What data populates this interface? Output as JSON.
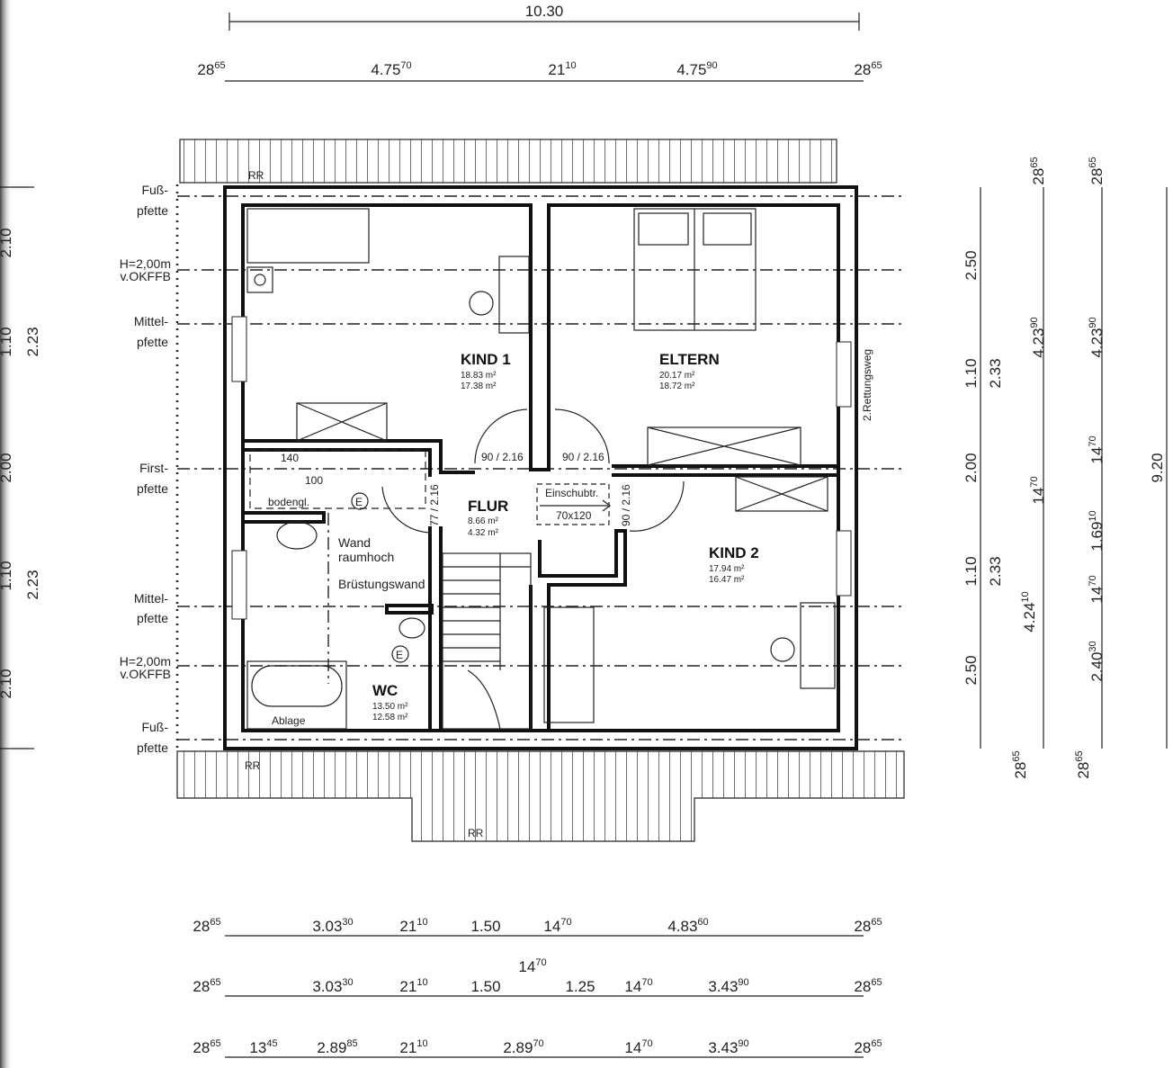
{
  "plan": {
    "total_width": "10.30",
    "total_depth": "9.20",
    "rooms": [
      {
        "name": "KIND 1",
        "area1": "18.83 m²",
        "area2": "17.38 m²"
      },
      {
        "name": "ELTERN",
        "area1": "20.17 m²",
        "area2": "18.72 m²"
      },
      {
        "name": "FLUR",
        "area1": "8.66 m²",
        "area2": "4.32 m²"
      },
      {
        "name": "KIND 2",
        "area1": "17.94 m²",
        "area2": "16.47 m²"
      },
      {
        "name": "WC",
        "area1": "13.50 m²",
        "area2": "12.58 m²"
      }
    ],
    "doors": [
      "90 / 2.16",
      "90 / 2.16",
      "77 / 2.16",
      "90 / 2.16"
    ],
    "annotations": {
      "hatch_top": "Einschubtr.",
      "hatch_size": "70x120",
      "shower_w": "140",
      "shower_d": "100",
      "shower_type": "bodengl.",
      "wall_full": "Wand",
      "wall_full2": "raumhoch",
      "parapet": "Brüstungswand",
      "shelf": "Ablage",
      "escape": "2.Rettungsweg",
      "rr": "RR",
      "e": "E"
    },
    "purlins": [
      {
        "l1": "Fuß-",
        "l2": "pfette"
      },
      {
        "l1": "H=2,00m",
        "l2": "v.OKFFB"
      },
      {
        "l1": "Mittel-",
        "l2": "pfette"
      },
      {
        "l1": "First-",
        "l2": "pfette"
      },
      {
        "l1": "Mittel-",
        "l2": "pfette"
      },
      {
        "l1": "H=2,00m",
        "l2": "v.OKFFB"
      },
      {
        "l1": "Fuß-",
        "l2": "pfette"
      }
    ]
  },
  "dims": {
    "top_row": [
      [
        "28",
        "65"
      ],
      [
        "4.75",
        "70"
      ],
      [
        "21",
        "10"
      ],
      [
        "4.75",
        "90"
      ],
      [
        "28",
        "65"
      ]
    ],
    "bottom_row1": [
      [
        "28",
        "65"
      ],
      [
        "3.03",
        "30"
      ],
      [
        "21",
        "10"
      ],
      [
        "1.50",
        ""
      ],
      [
        "14",
        "70"
      ],
      [
        "4.83",
        "60"
      ],
      [
        "28",
        "65"
      ]
    ],
    "bottom_row2": [
      [
        "28",
        "65"
      ],
      [
        "3.03",
        "30"
      ],
      [
        "21",
        "10"
      ],
      [
        "1.50",
        ""
      ],
      [
        "14",
        "70"
      ],
      [
        "1.25",
        ""
      ],
      [
        "14",
        "70"
      ],
      [
        "3.43",
        "90"
      ],
      [
        "28",
        "65"
      ]
    ],
    "bottom_row3": [
      [
        "28",
        "65"
      ],
      [
        "13",
        "45"
      ],
      [
        "2.89",
        "85"
      ],
      [
        "21",
        "10"
      ],
      [
        "2.89",
        "70"
      ],
      [
        "14",
        "70"
      ],
      [
        "3.43",
        "90"
      ],
      [
        "28",
        "65"
      ]
    ],
    "right_col1": [
      [
        "2.50",
        ""
      ],
      [
        "1.10",
        ""
      ],
      [
        "2.33",
        ""
      ],
      [
        "2.00",
        ""
      ],
      [
        "1.10",
        ""
      ],
      [
        "2.33",
        ""
      ],
      [
        "2.50",
        ""
      ]
    ],
    "right_col2": [
      [
        "28",
        "65"
      ],
      [
        "4.23",
        "90"
      ],
      [
        "14",
        "70"
      ],
      [
        "4.24",
        "10"
      ],
      [
        "28",
        "65"
      ]
    ],
    "right_col3": [
      [
        "28",
        "65"
      ],
      [
        "4.23",
        "90"
      ],
      [
        "14",
        "70"
      ],
      [
        "1.69",
        "10"
      ],
      [
        "14",
        "70"
      ],
      [
        "2.40",
        "30"
      ],
      [
        "28",
        "65"
      ]
    ],
    "left_col": [
      [
        "2.10",
        ""
      ],
      [
        "1.10",
        ""
      ],
      [
        "2.23",
        ""
      ],
      [
        "2.00",
        ""
      ],
      [
        "1.10",
        ""
      ],
      [
        "2.23",
        ""
      ],
      [
        "2.10",
        ""
      ]
    ]
  }
}
